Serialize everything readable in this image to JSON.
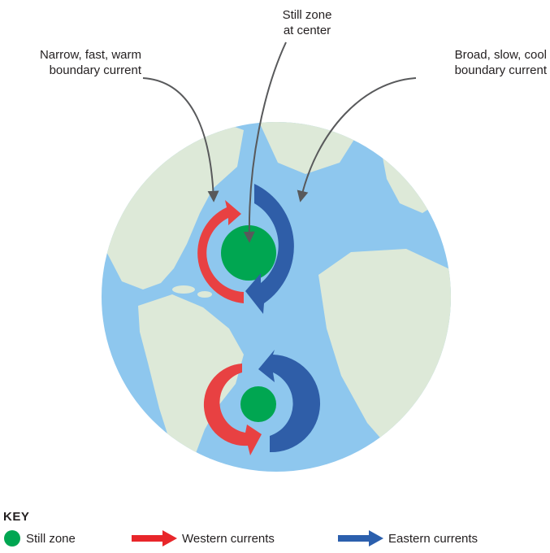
{
  "callouts": {
    "still_zone": [
      "Still zone",
      "at center"
    ],
    "western": [
      "Narrow, fast, warm",
      "boundary current"
    ],
    "eastern": [
      "Broad, slow, cool",
      "boundary current"
    ]
  },
  "key": {
    "title": "KEY",
    "items": [
      {
        "label": "Still zone",
        "symbol": "green-dot",
        "color": "#00a651"
      },
      {
        "label": "Western currents",
        "symbol": "red-arrow",
        "color": "#e8262a"
      },
      {
        "label": "Eastern currents",
        "symbol": "blue-arrow",
        "color": "#2b5fad"
      }
    ]
  },
  "colors": {
    "ocean": "#8ec7ee",
    "land": "#dde9d8",
    "western_current": "#e84142",
    "eastern_current": "#2f5ea8",
    "still_zone": "#00a651",
    "leader_line": "#58595b"
  }
}
